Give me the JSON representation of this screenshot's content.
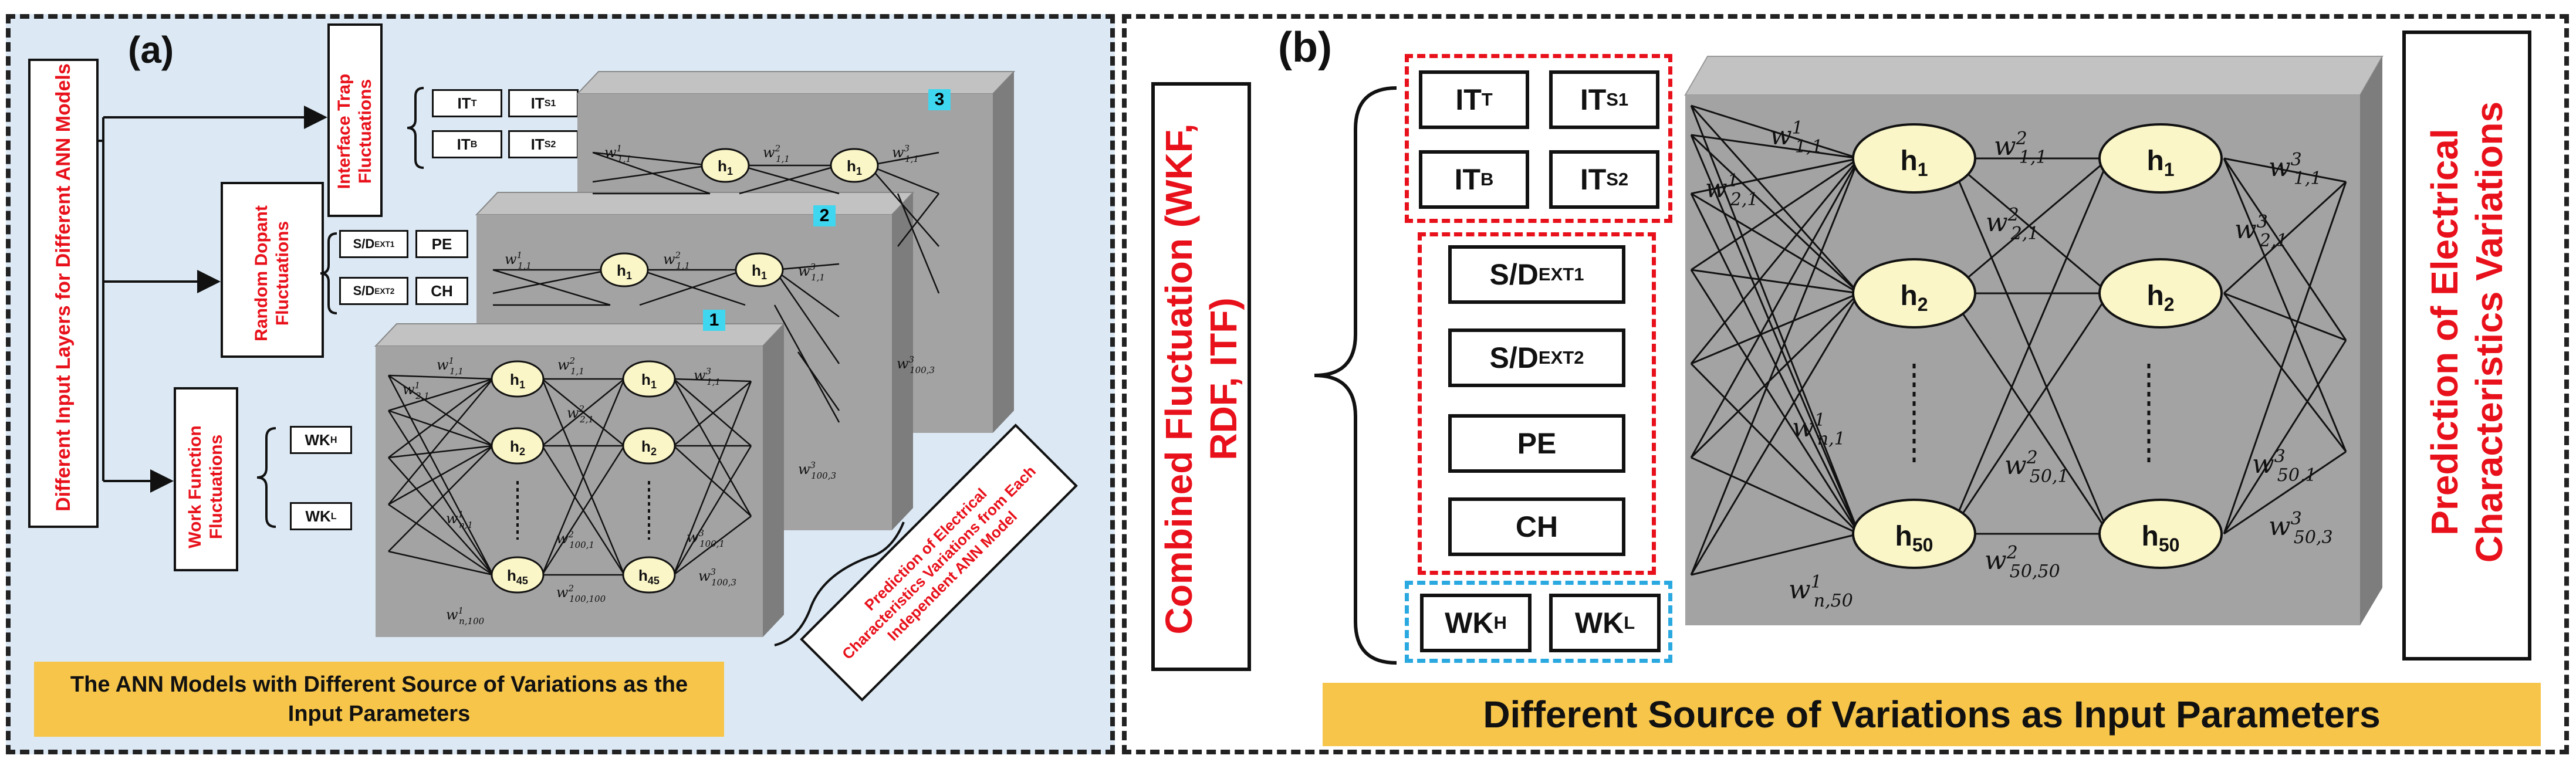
{
  "panel_a": {
    "label": "(a)",
    "main_input": "Different Input Layers for Different ANN Models",
    "branches": {
      "itf": "Interface Trap Fluctuations",
      "rdf": "Random Dopant Fluctuations",
      "wkf": "Work Function Fluctuations"
    },
    "itf_inputs": [
      "IT_T",
      "IT_S1",
      "IT_B",
      "IT_S2"
    ],
    "rdf_inputs": [
      "S/D_EXT1",
      "PE",
      "S/D_EXT2",
      "CH"
    ],
    "wkf_inputs": [
      "WK_H",
      "WK_L"
    ],
    "model_numbers": [
      "3",
      "2",
      "1"
    ],
    "front_net": {
      "h_top": "h1",
      "h_mid": "h2",
      "h_bottom": "h45",
      "weights": [
        "w1_1,1",
        "w1_2,1",
        "w1_n,1",
        "w1_n,100",
        "w2_1,1",
        "w2_2,1",
        "w2_100,1",
        "w2_100,100",
        "w3_1,1",
        "w3_100,1",
        "w3_100,3"
      ]
    },
    "output_label": "Prediction of Electrical Characteristics Variations from Each Independent ANN Model",
    "banner": "The ANN Models with Different Source of Variations as the Input Parameters"
  },
  "panel_b": {
    "label": "(b)",
    "combined_label": "Combined Fluctuation (WKF, RDF, ITF)",
    "itf_inputs": [
      "IT_T",
      "IT_S1",
      "IT_B",
      "IT_S2"
    ],
    "rdf_inputs": [
      "S/D_EXT1",
      "S/D_EXT2",
      "PE",
      "CH"
    ],
    "wkf_inputs": [
      "WK_H",
      "WK_L"
    ],
    "net": {
      "h_top": "h1",
      "h_mid": "h2",
      "h_bottom": "h50",
      "weights": [
        "w1_1,1",
        "w1_2,1",
        "w1_n,1",
        "w1_n,50",
        "w2_1,1",
        "w2_2,1",
        "w2_50,1",
        "w2_50,50",
        "w3_1,1",
        "w3_2,1",
        "w3_50,1",
        "w3_50,3"
      ]
    },
    "output_label": "Prediction of Electrical Characteristics Variations",
    "banner": "Different Source of Variations as Input Parameters"
  },
  "colors": {
    "accent_red": "#e8101a",
    "accent_blue": "#2aa8e0",
    "banner": "#f6c54a",
    "node_fill": "#fbf6c8",
    "box_gray": "#a3a3a3"
  }
}
